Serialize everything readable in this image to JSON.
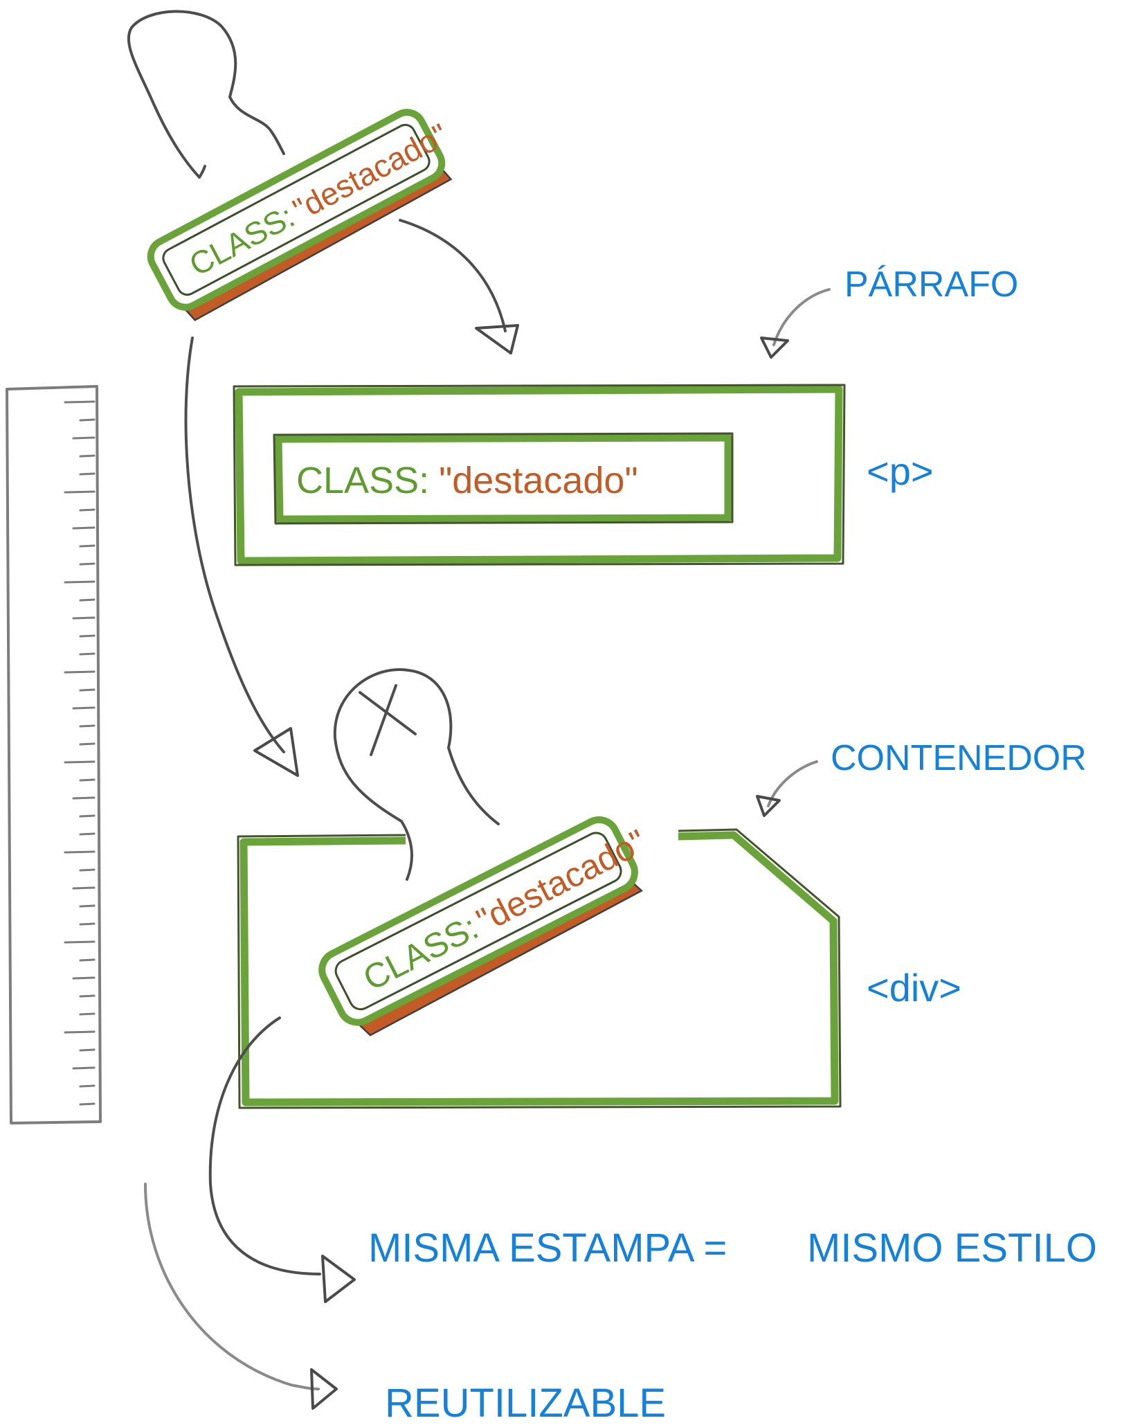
{
  "labels": {
    "parrafo": "PÁRRAFO",
    "p_tag": "<p>",
    "contenedor": "CONTENEDOR",
    "div_tag": "<div>",
    "misma_estampa": "MISMA ESTAMPA =",
    "mismo_estilo": "MISMO ESTILO",
    "reutilizable": "REUTILIZABLE"
  },
  "stamp": {
    "class_word": "CLASS:",
    "class_value": "\"destacado\""
  },
  "colors": {
    "label_blue": "#1681d8",
    "class_green": "#5f9c2f",
    "value_orange": "#c25b25",
    "border_green": "#6aa33a",
    "ink_gray": "#4d4d4d"
  }
}
